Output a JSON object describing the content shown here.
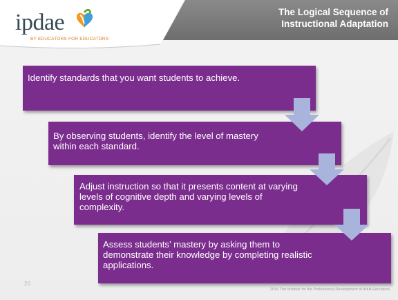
{
  "header": {
    "logo_text": "ipdae",
    "logo_tagline": "BY EDUCATORS FOR EDUCATORS",
    "title_line1": "The Logical Sequence of",
    "title_line2": "Instructional Adaptation"
  },
  "steps": [
    {
      "text": "Identify standards that you want students to achieve."
    },
    {
      "text": "By observing students, identify the level of mastery within each standard."
    },
    {
      "text": "Adjust instruction so that it presents content at varying levels of cognitive depth and varying levels of complexity."
    },
    {
      "text": "Assess students’ mastery by asking them to demonstrate their knowledge by completing realistic applications."
    }
  ],
  "footer": {
    "page_number": "20",
    "copyright": "2016 The Institute for the Professional Development of Adult Educators"
  },
  "colors": {
    "header_band": "#7a7a7a",
    "step_box": "#7b2d8e",
    "arrow": "#a9b4dc",
    "logo_tagline": "#e07a1f"
  }
}
